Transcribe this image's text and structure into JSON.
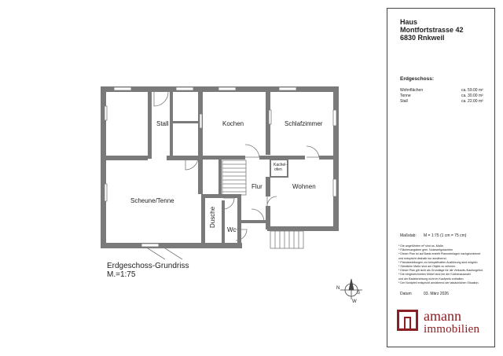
{
  "header": {
    "line1": "Haus",
    "line2": "Montfortstrasse 42",
    "line3": "6830 Rnkweil"
  },
  "floor": {
    "heading": "Erdgeschoss:",
    "areas": [
      {
        "label": "Wohnflächen",
        "value": "ca. 59.00 m²"
      },
      {
        "label": "Tenne",
        "value": "ca. 30.00 m²"
      },
      {
        "label": "Stall",
        "value": "ca. 22.00 m²"
      }
    ]
  },
  "scale": {
    "label": "Maßstab:",
    "value": "M = 1:75 (1 cm = 75 cm)"
  },
  "notes": [
    "* Die angeführten m² sind ca.-Maße.",
    "* Flächenangaben gem. Nutzwertgutachten",
    "* Dieser Plan ist auf Basis erstellt Planunterlagen nachgezeichnet",
    "  und entspricht deshalb nur annähernd.",
    "* Plandarstellungen zur beispielhaften Ausführung sind möglich.",
    "* Sämtliche Maße sind am Objekt zu nehmen.",
    "* Dieser Plan gilt nicht als Grundlage für die Verkaufs-/Kaufsngebot.",
    "* Die eingezeichneten Möbel sind bei der Küchenauswahl",
    "  und der Badeinrichtung nicht im Kaufpreis enthalten.",
    "* Der Nordpfeil entspricht annähernd der tatsächlichen Situation."
  ],
  "date": {
    "label": "Datum",
    "value": "03. März 2026"
  },
  "logo": {
    "word1": "amann",
    "word2": "immobilien",
    "color": "#8b1f23"
  },
  "plan": {
    "caption_line1": "Erdgeschoss-Grundriss",
    "caption_line2": "M.=1:75",
    "rooms": {
      "stall": "Stall",
      "kochen": "Kochen",
      "schlafzimmer": "Schlafzimmer",
      "kachelofen_1": "Kachel-",
      "kachelofen_2": "ofen",
      "flur": "Flur",
      "wohnen": "Wohnen",
      "scheune": "Scheune/Tenne",
      "dusche": "Dusche",
      "wc": "Wc"
    },
    "compass": {
      "n": "N",
      "s": "S",
      "w": "W"
    },
    "wall_color": "#7a7a7a"
  }
}
